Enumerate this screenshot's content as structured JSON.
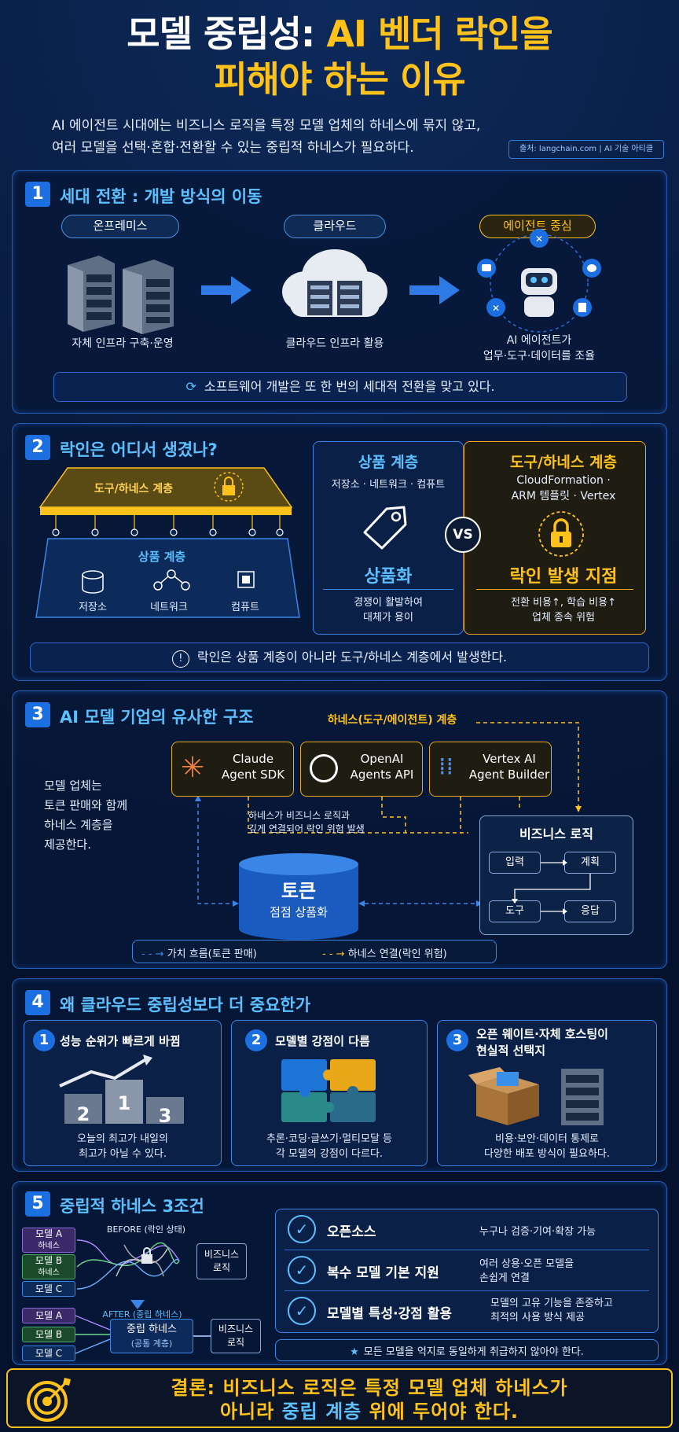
{
  "header": {
    "title_part1": "모델 중립성:",
    "title_part2": "AI 벤더 락인을",
    "title_line2": "피해야 하는 이유",
    "subtitle_line1": "AI 에이전트 시대에는 비즈니스 로직을 특정 모델 업체의 하네스에 묶지 않고,",
    "subtitle_line2": "여러 모델을 선택·혼합·전환할 수 있는 중립적 하네스가 필요하다.",
    "source": "출처: langchain.com | AI 기술 아티클"
  },
  "s1": {
    "num": "1",
    "title": "세대 전환 : 개발 방식의 이동",
    "stage1_label": "온프레미스",
    "stage1_caption": "자체 인프라 구축·운영",
    "stage2_label": "클라우드",
    "stage2_caption": "클라우드 인프라 활용",
    "stage3_label": "에이전트 중심",
    "stage3_caption_1": "AI 에이전트가",
    "stage3_caption_2": "업무·도구·데이터를 조율",
    "bottom": "소프트웨어 개발은 또 한 번의 세대적 전환을 맞고 있다."
  },
  "s2": {
    "num": "2",
    "title": "락인은 어디서 생겼나?",
    "tool_layer": "도구/하네스 계층",
    "product_layer": "상품 계층",
    "storage": "저장소",
    "network": "네트워크",
    "compute": "컴퓨트",
    "left_title": "상품 계층",
    "left_sub": "저장소 · 네트워크 · 컴퓨트",
    "left_big": "상품화",
    "left_desc1": "경쟁이 활발하여",
    "left_desc2": "대체가 용이",
    "vs": "VS",
    "right_title": "도구/하네스 계층",
    "right_sub1": "CloudFormation ·",
    "right_sub2": "ARM 템플릿 · Vertex",
    "right_big": "락인 발생 지점",
    "right_desc1": "전환 비용↑, 학습 비용↑",
    "right_desc2": "업체 종속 위험",
    "bottom": "락인은 상품 계층이 아니라 도구/하네스 계층에서 발생한다."
  },
  "s3": {
    "num": "3",
    "title": "AI 모델 기업의 유사한 구조",
    "harness_label": "하네스(도구/에이전트) 계층",
    "left_text": [
      "모델 업체는",
      "토큰 판매와 함께",
      "하네스 계층을",
      "제공한다."
    ],
    "claude_1": "Claude",
    "claude_2": "Agent SDK",
    "openai_1": "OpenAI",
    "openai_2": "Agents API",
    "vertex_1": "Vertex AI",
    "vertex_2": "Agent Builder",
    "note1": "하네스가 비즈니스 로직과",
    "note2": "깊게 연결되어 락인 위험 발생",
    "token_1": "토큰",
    "token_2": "점점 상품화",
    "biz_title": "비즈니스 로직",
    "biz_input": "입력",
    "biz_plan": "계획",
    "biz_tool": "도구",
    "biz_resp": "응답",
    "legend_blue": "가치 흐름(토큰 판매)",
    "legend_yellow": "하네스 연결(락인 위험)"
  },
  "s4": {
    "num": "4",
    "title": "왜 클라우드 중립성보다 더 중요한가",
    "c1_num": "1",
    "c1_title": "성능 순위가 빠르게 바뀜",
    "c1_desc1": "오늘의 최고가 내일의",
    "c1_desc2": "최고가 아닐 수 있다.",
    "rank_1": "1",
    "rank_2": "2",
    "rank_3": "3",
    "c2_num": "2",
    "c2_title": "모델별 강점이 다름",
    "c2_desc1": "추론·코딩·글쓰기·멀티모달 등",
    "c2_desc2": "각 모델의 강점이 다르다.",
    "c3_num": "3",
    "c3_title1": "오픈 웨이트·자체 호스팅이",
    "c3_title2": "현실적 선택지",
    "c3_desc1": "비용·보안·데이터 통제로",
    "c3_desc2": "다양한 배포 방식이 필요하다."
  },
  "s5": {
    "num": "5",
    "title": "중립적 하네스 3조건",
    "before_label": "BEFORE (락인 상태)",
    "after_label": "AFTER (중립 하네스)",
    "model_a": "모델 A",
    "model_b": "모델 B",
    "model_c": "모델 C",
    "harness": "하네스",
    "biz_1": "비즈니스",
    "biz_2": "로직",
    "neutral_1": "중립 하네스",
    "neutral_2": "(공통 계층)",
    "cond1_title": "오픈소스",
    "cond1_desc": "누구나 검증·기여·확장 가능",
    "cond2_title": "복수 모델 기본 지원",
    "cond2_desc1": "여러 상용·오픈 모델을",
    "cond2_desc2": "손쉽게 연결",
    "cond3_title": "모델별 특성·강점 활용",
    "cond3_desc1": "모델의 고유 기능을 존중하고",
    "cond3_desc2": "최적의 사용 방식 제공",
    "footnote": "모든 모델을 억지로 동일하게 취급하지 않아야 한다."
  },
  "conclusion": {
    "line1": "결론: 비즈니스 로직은 특정 모델 업체 하네스가",
    "line2_a": "아니라",
    "line2_b": "중립 계층",
    "line2_c": "위에 두어야 한다."
  },
  "colors": {
    "accent": "#ffc21a",
    "blue": "#2e7be6",
    "bg": "#06122b"
  }
}
